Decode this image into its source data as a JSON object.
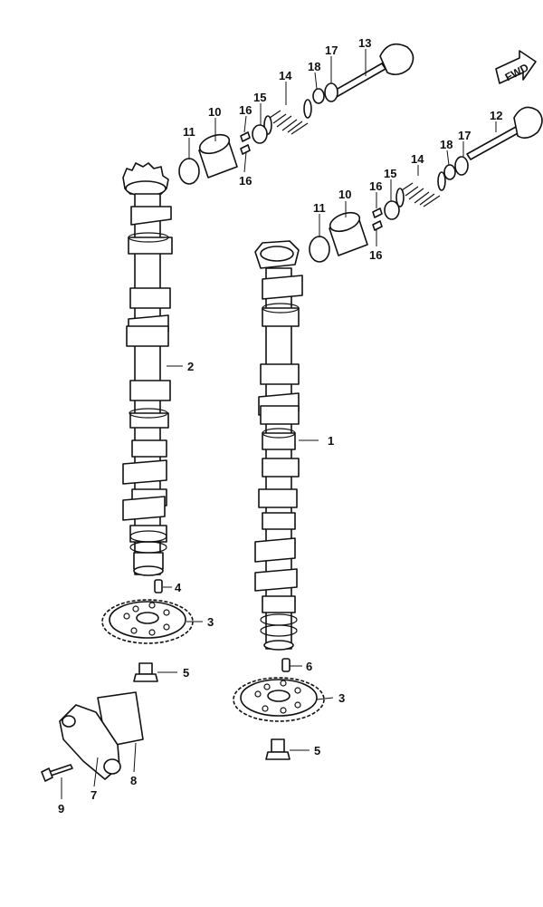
{
  "direction_badge": {
    "label": "FWD"
  },
  "callouts": {
    "camshaft_exhaust": "1",
    "camshaft_intake": "2",
    "sprocket_upper": "3",
    "sprocket_lower": "3",
    "pin_upper": "4",
    "pin_lower": "6",
    "bolt_upper": "5",
    "bolt_lower": "5",
    "cover": "7",
    "gasket": "8",
    "cover_bolt": "9",
    "tappet_upper": "10",
    "tappet_lower": "10",
    "shim_upper": "11",
    "shim_lower": "11",
    "valve_lower": "12",
    "valve_upper": "13",
    "spring_upper": "14",
    "spring_lower": "14",
    "retainer_upper": "15",
    "retainer_lower": "15",
    "cotter_upper_a": "16",
    "cotter_upper_b": "16",
    "cotter_lower_a": "16",
    "cotter_lower_b": "16",
    "seat_upper": "17",
    "seat_lower": "17",
    "seal_upper": "18",
    "seal_lower": "18"
  }
}
